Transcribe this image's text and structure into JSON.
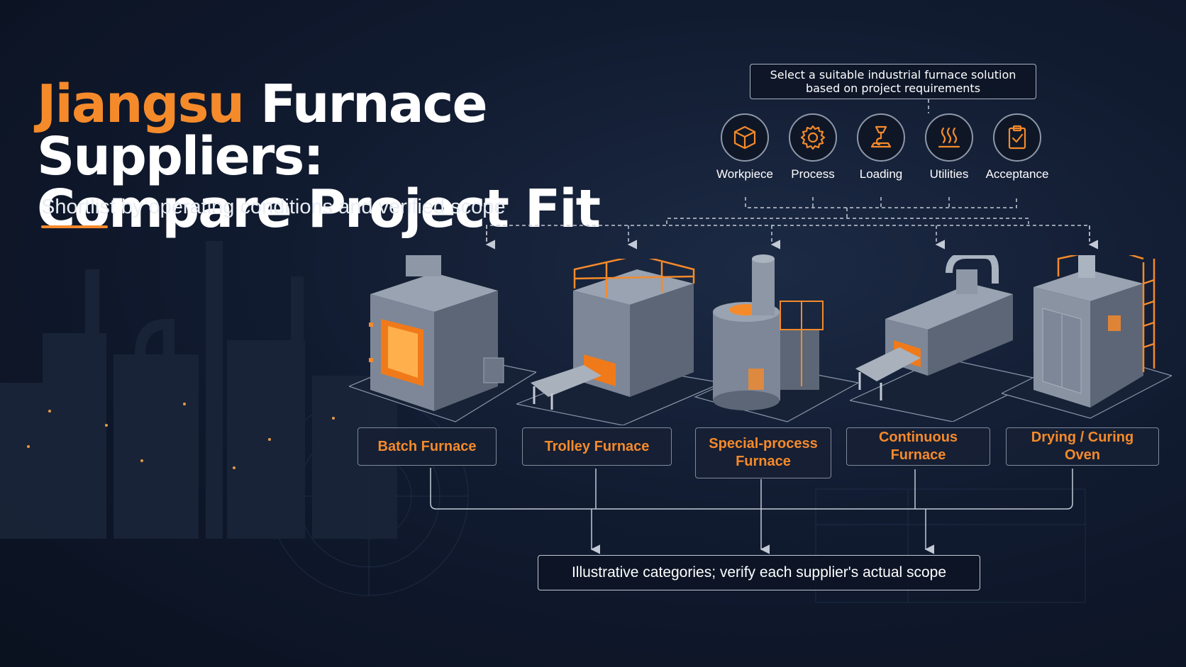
{
  "header": {
    "title_accent": "Jiangsu",
    "title_rest": "Furnace Suppliers:",
    "title_line2": "Compare Project Fit",
    "subtitle": "Shortlist by operating conditions and verified scope"
  },
  "selector": {
    "prompt_line1": "Select a suitable industrial furnace solution",
    "prompt_line2": "based on project requirements",
    "criteria": [
      {
        "label": "Workpiece",
        "icon": "cube-icon"
      },
      {
        "label": "Process",
        "icon": "gear-icon"
      },
      {
        "label": "Loading",
        "icon": "crane-hook-icon"
      },
      {
        "label": "Utilities",
        "icon": "heat-waves-icon"
      },
      {
        "label": "Acceptance",
        "icon": "checklist-icon"
      }
    ]
  },
  "categories": [
    {
      "line1": "Batch Furnace",
      "line2": ""
    },
    {
      "line1": "Trolley Furnace",
      "line2": ""
    },
    {
      "line1": "Special-process",
      "line2": "Furnace"
    },
    {
      "line1": "Continuous Furnace",
      "line2": ""
    },
    {
      "line1": "Drying / Curing Oven",
      "line2": ""
    }
  ],
  "footer": {
    "note": "Illustrative categories; verify each supplier's actual scope"
  },
  "colors": {
    "accent": "#f58a2b",
    "background": "#111b30",
    "line": "#c3cad6"
  }
}
